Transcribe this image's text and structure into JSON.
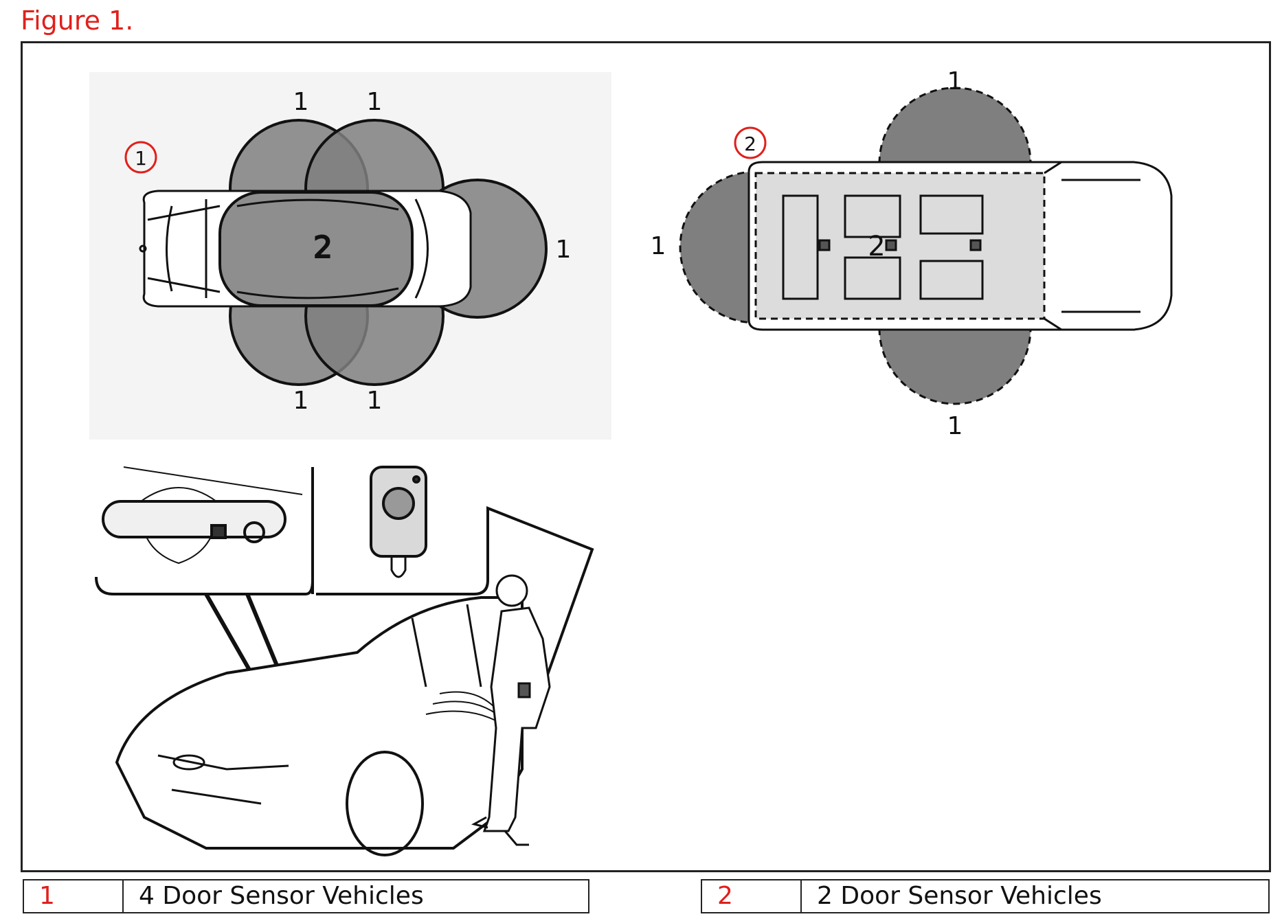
{
  "figure_title": "Figure 1.",
  "diagram": {
    "zone_label": "1",
    "cabin_label": "2",
    "callout_4door": "1",
    "callout_2door": "2"
  },
  "legend": [
    {
      "number": "1",
      "text": "4 Door Sensor Vehicles"
    },
    {
      "number": "2",
      "text": "2 Door Sensor Vehicles"
    }
  ],
  "colors": {
    "accent": "#e0201b",
    "zone_fill": "#808080",
    "line": "#222222"
  }
}
